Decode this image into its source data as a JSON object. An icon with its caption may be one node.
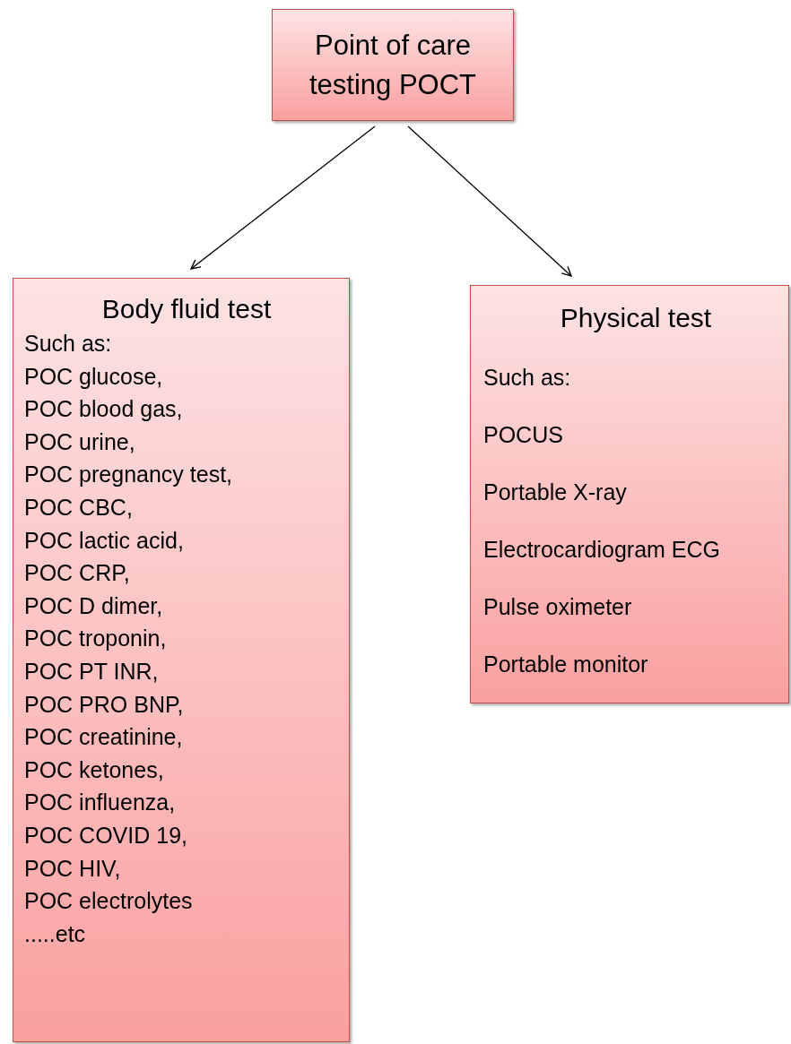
{
  "diagram": {
    "nodes": [
      {
        "text": [
          "Point of care testing POCT"
        ]
      },
      {
        "text": [
          "Body fluid test",
          "Such as:",
          "POC glucose,",
          "POC blood gas,",
          "POC urine,",
          "POC pregnancy test,",
          "POC CBC,",
          "POC lactic acid,",
          "POC CRP,",
          "POC D dimer,",
          "POC troponin,",
          "POC PT INR,",
          "POC PRO BNP,",
          "POC creatinine,",
          "POC ketones,",
          "POC influenza,",
          "POC COVID 19,",
          "POC HIV,",
          "POC electrolytes",
          ".....etc"
        ]
      },
      {
        "text": [
          "Physical test",
          "Such as:",
          "POCUS",
          "Portable X-ray",
          "Electrocardiogram ECG",
          "Pulse oximeter",
          "Portable monitor"
        ]
      }
    ],
    "edges": [
      {
        "from": 0,
        "to": 1,
        "arrow": "to"
      },
      {
        "from": 0,
        "to": 2,
        "arrow": "to"
      }
    ]
  }
}
